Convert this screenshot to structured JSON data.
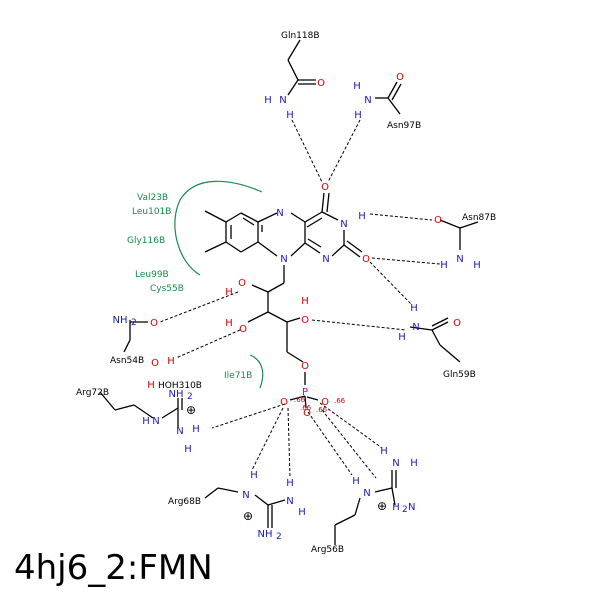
{
  "title": "4hj6_2:FMN",
  "residues": {
    "gln118": "Gln118B",
    "asn97": "Asn97B",
    "asn87": "Asn87B",
    "gln59": "Gln59B",
    "asn54": "Asn54B",
    "hoh310": "HOH310B",
    "arg72": "Arg72B",
    "arg68": "Arg68B",
    "arg56": "Arg56B"
  },
  "hydrophobic": {
    "val23": "Val23B",
    "leu101": "Leu101B",
    "gly116": "Gly116B",
    "leu99": "Leu99B",
    "cys55": "Cys55B",
    "ile71": "Ile71B"
  },
  "distances": [
    ".66",
    ".66",
    ".66",
    ".66"
  ],
  "colors": {
    "nitrogen": "#1a1ab8",
    "oxygen": "#d40000",
    "phosphorus": "#c000c0",
    "hydrophobic": "#1a8a4a"
  }
}
